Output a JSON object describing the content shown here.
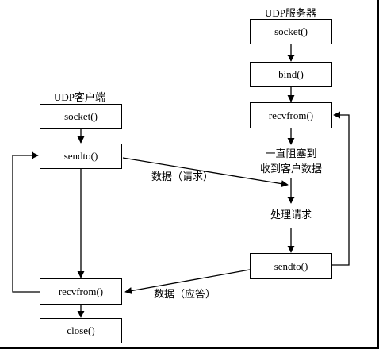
{
  "server": {
    "title": "UDP服务器",
    "socket": "socket()",
    "bind": "bind()",
    "recvfrom": "recvfrom()",
    "block_line1": "一直阻塞到",
    "block_line2": "收到客户数据",
    "process": "处理请求",
    "sendto": "sendto()"
  },
  "client": {
    "title": "UDP客户端",
    "socket": "socket()",
    "sendto": "sendto()",
    "recvfrom": "recvfrom()",
    "close": "close()"
  },
  "messages": {
    "request": "数据（请求）",
    "reply": "数据（应答）"
  }
}
